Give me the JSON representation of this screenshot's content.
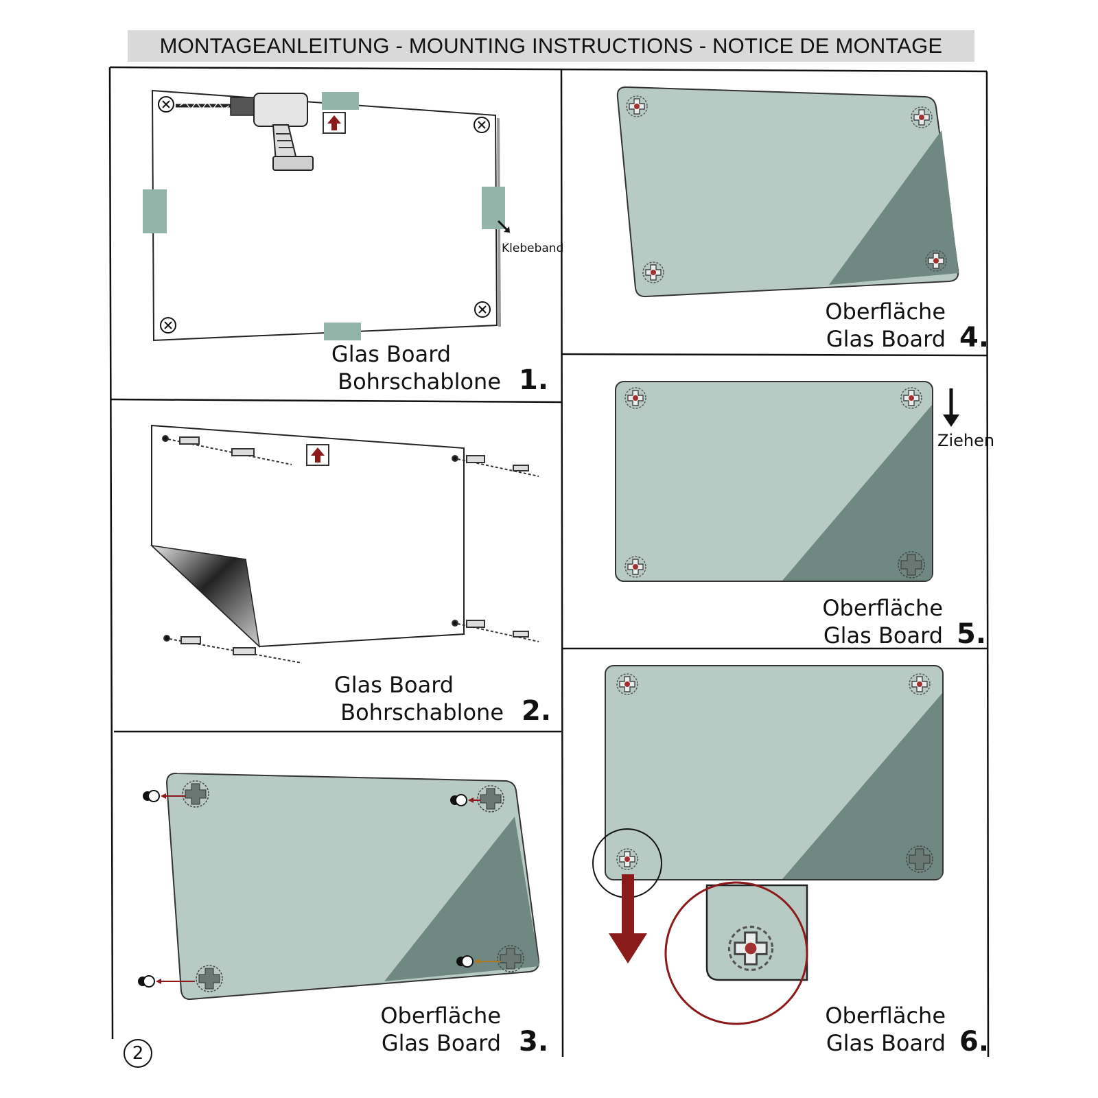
{
  "header": {
    "title": "MONTAGEANLEITUNG - MOUNTING INSTRUCTIONS - NOTICE DE MONTAGE"
  },
  "steps": [
    {
      "number": "1.",
      "line1": "Glas Board",
      "line2": "Bohrschablone",
      "annotation": "Klebeband"
    },
    {
      "number": "2.",
      "line1": "Glas Board",
      "line2": "Bohrschablone"
    },
    {
      "number": "3.",
      "line1": "Oberfläche",
      "line2": "Glas Board"
    },
    {
      "number": "4.",
      "line1": "Oberfläche",
      "line2": "Glas Board"
    },
    {
      "number": "5.",
      "line1": "Oberfläche",
      "line2": "Glas Board",
      "annotation": "Ziehen"
    },
    {
      "number": "6.",
      "line1": "Oberfläche",
      "line2": "Glas Board"
    }
  ],
  "page_number": "2",
  "colors": {
    "glass_light": "#b8cac4",
    "glass_dark": "#6f8882",
    "tape": "#93b5a9",
    "arrow_red": "#8b1a1a"
  },
  "icons": [
    "drill-icon",
    "up-arrow-icon",
    "screw-icon",
    "wall-anchor-icon",
    "mounting-cap-icon",
    "pull-arrow-icon",
    "magnifier-circle"
  ]
}
